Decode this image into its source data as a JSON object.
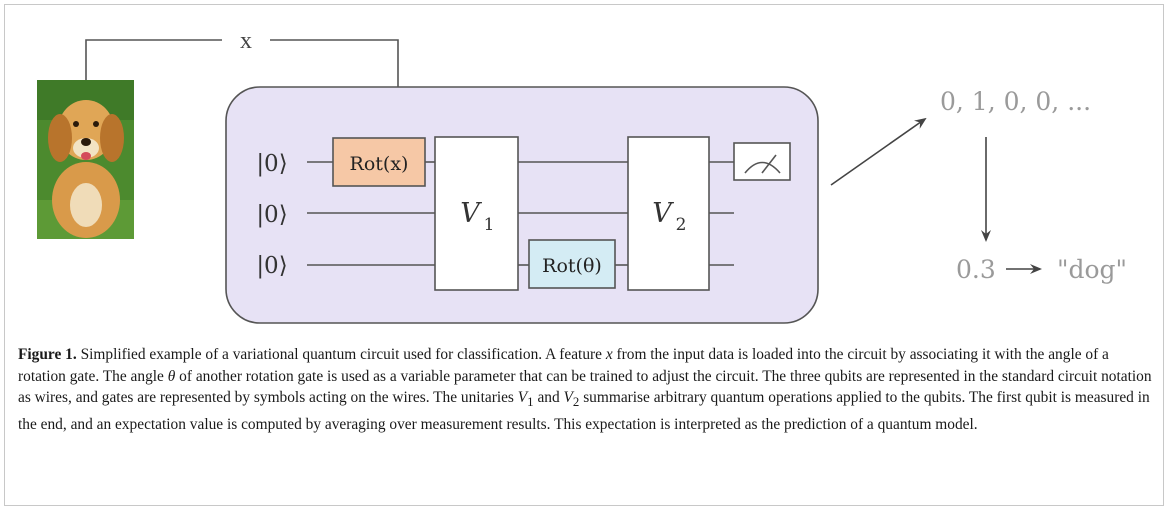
{
  "figure": {
    "input_label": "x",
    "ket_labels": [
      "|0⟩",
      "|0⟩",
      "|0⟩"
    ],
    "gate_rot_x": "Rot(x)",
    "gate_v1": {
      "base": "V",
      "sub": "1"
    },
    "gate_v2": {
      "base": "V",
      "sub": "2"
    },
    "gate_rot_theta": "Rot(θ)",
    "measure_icon": "meter-icon",
    "photo_icon": "dog-photo",
    "bitstring": "0, 1, 0, 0, ...",
    "expectation": "0.3",
    "prediction": "\"dog\"",
    "colors": {
      "circuit_bg": "#e7e2f5",
      "rot_x_fill": "#f6c8a6",
      "rot_theta_fill": "#d4ecf4",
      "output_text": "#9a9a9a"
    }
  },
  "caption": {
    "label": "Figure 1.",
    "p1": " Simplified example of a variational quantum circuit used for classification. A feature ",
    "x1": "x",
    "p2": " from the input data is loaded into the circuit by associating it with the angle of a rotation gate. The angle ",
    "theta": "θ",
    "p3": " of another rotation gate is used as a variable parameter that can be trained to adjust the circuit. The three qubits are represented in the standard circuit notation as wires, and gates are represented by symbols acting on the wires. The unitaries ",
    "v1": "V",
    "v1sub": "1",
    "p4": " and ",
    "v2": "V",
    "v2sub": "2",
    "p5": " summarise arbitrary quantum operations applied to the qubits. The first qubit is measured in the end, and an expectation value is computed by averaging over measurement results. This expectation is interpreted as the prediction of a quantum model."
  }
}
